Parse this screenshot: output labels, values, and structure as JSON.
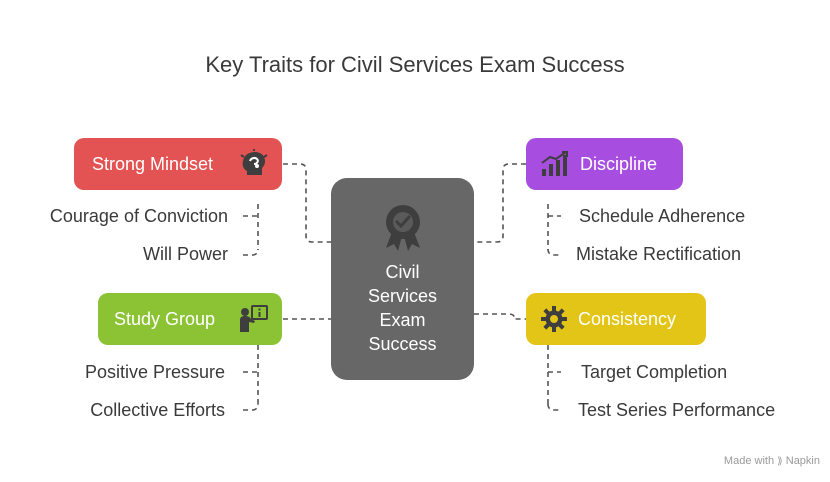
{
  "title": "Key Traits for Civil Services Exam Success",
  "center": {
    "label": "Civil\nServices\nExam\nSuccess",
    "icon": "award-badge-icon"
  },
  "traits": {
    "strong_mindset": {
      "label": "Strong Mindset",
      "color": "#e35353",
      "icon": "brain-icon",
      "items": [
        "Courage of Conviction",
        "Will Power"
      ]
    },
    "discipline": {
      "label": "Discipline",
      "color": "#a74ee0",
      "icon": "bar-chart-icon",
      "items": [
        "Schedule Adherence",
        "Mistake Rectification"
      ]
    },
    "study_group": {
      "label": "Study Group",
      "color": "#8bc334",
      "icon": "presenter-icon",
      "items": [
        "Positive Pressure",
        "Collective Efforts"
      ]
    },
    "consistency": {
      "label": "Consistency",
      "color": "#e3c517",
      "icon": "gear-icon",
      "items": [
        "Target Completion",
        "Test Series Performance"
      ]
    }
  },
  "footer": {
    "made_with": "Made with",
    "brand": "Napkin"
  }
}
